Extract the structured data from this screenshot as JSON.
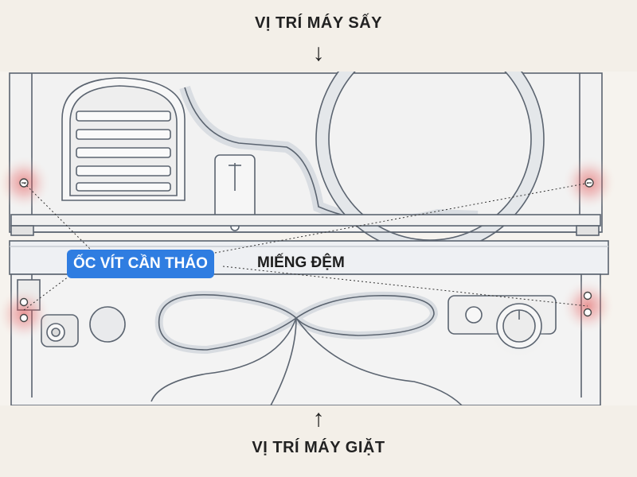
{
  "labels": {
    "dryer_position": "VỊ TRÍ MÁY SẤY",
    "washer_position": "VỊ TRÍ MÁY GIẶT",
    "screws_to_remove": "ỐC VÍT CẦN THÁO",
    "pad": "MIẾNG ĐỆM"
  },
  "arrows": {
    "down": "↓",
    "up": "↑"
  },
  "colors": {
    "background": "#f3efe8",
    "callout_blue": "#2f7de1",
    "screw_glow": "#e04848",
    "line_art": "#5b6470"
  }
}
